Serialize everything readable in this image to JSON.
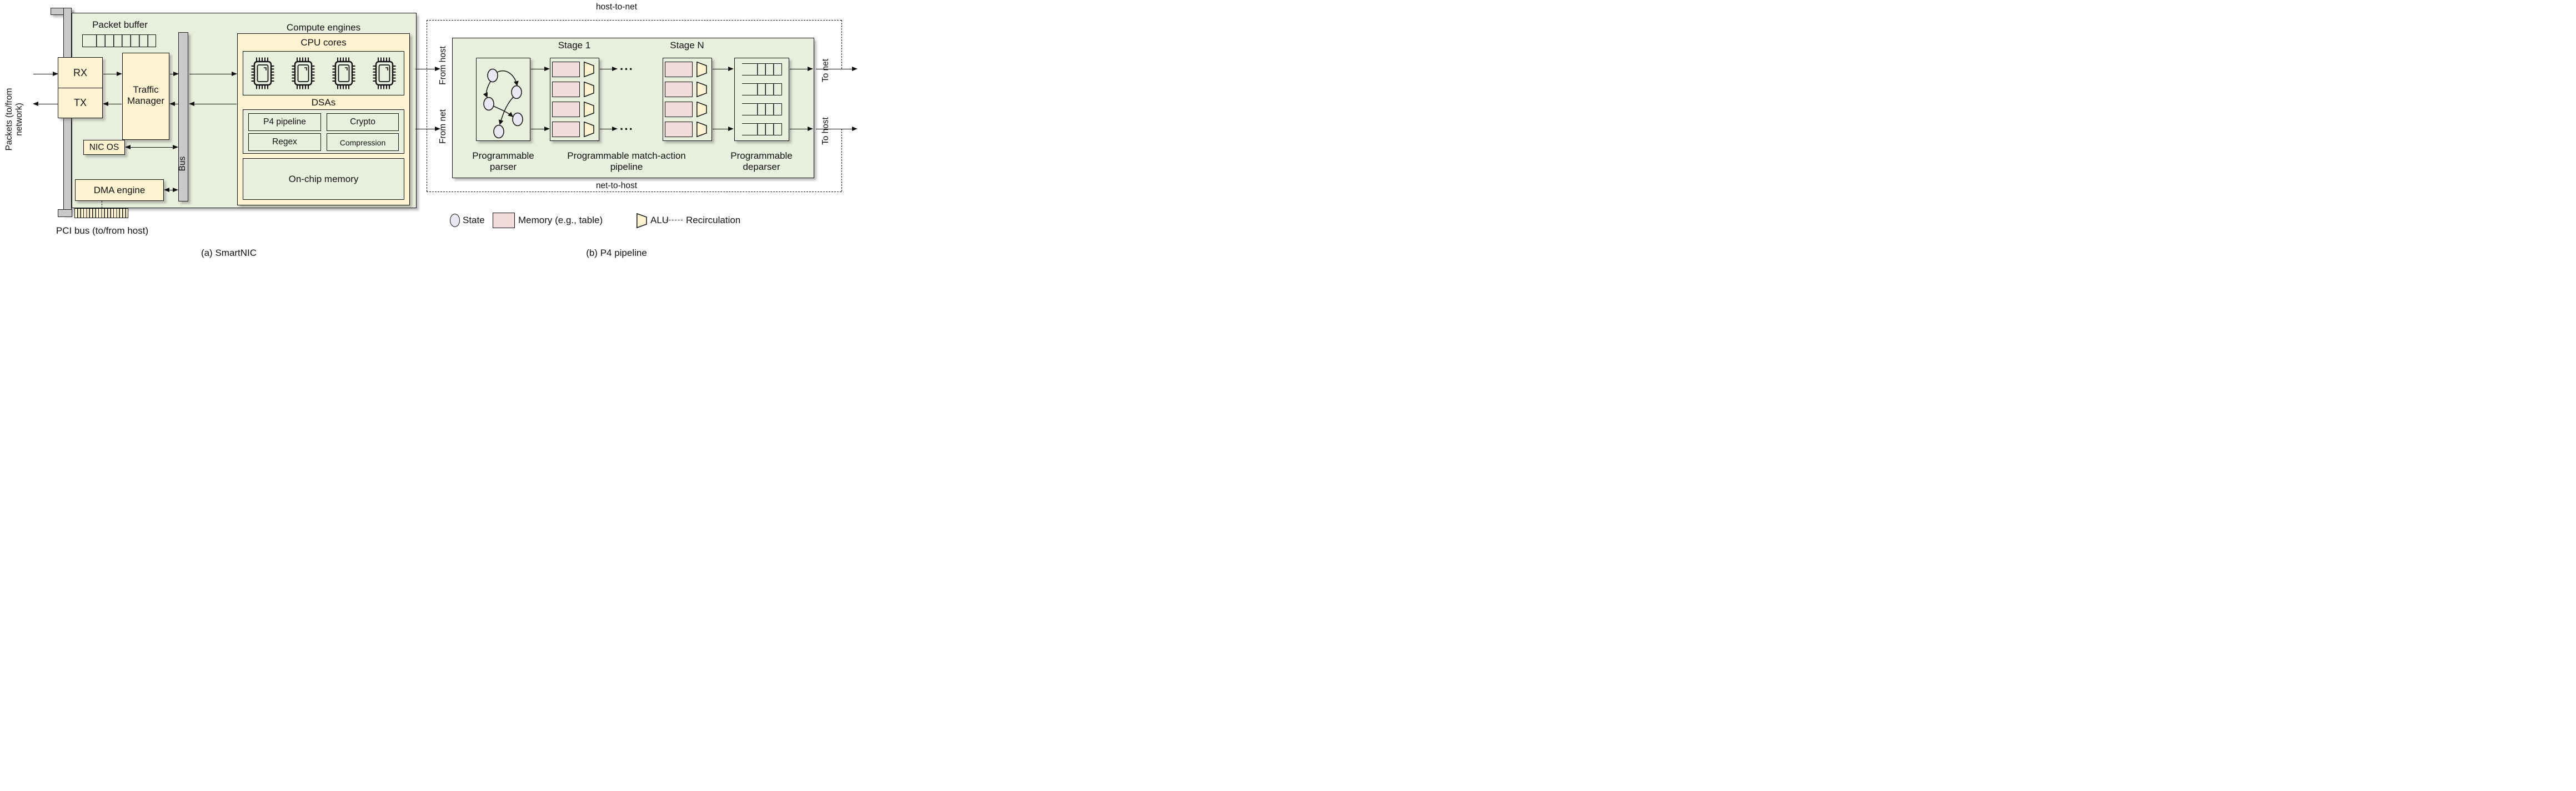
{
  "figure": {
    "panel_a": {
      "caption": "(a) SmartNIC",
      "packets_label_line1": "Packets (to/from",
      "packets_label_line2": "network)",
      "packet_buffer_label": "Packet buffer",
      "rx": "RX",
      "tx": "TX",
      "traffic_manager_line1": "Traffic",
      "traffic_manager_line2": "Manager",
      "nic_os": "NIC OS",
      "dma_engine": "DMA engine",
      "bus": "Bus",
      "pci_label": "PCI bus (to/from host)",
      "compute_engines_title": "Compute engines",
      "cpu_cores_title": "CPU cores",
      "dsas_title": "DSAs",
      "dsa_cells": [
        "P4 pipeline",
        "Crypto",
        "Regex",
        "Compression"
      ],
      "on_chip_memory": "On-chip memory"
    },
    "panel_b": {
      "caption": "(b) P4 pipeline",
      "host_to_net": "host-to-net",
      "net_to_host": "net-to-host",
      "from_host": "From host",
      "from_net": "From net",
      "to_net": "To net",
      "to_host": "To host",
      "stage1": "Stage 1",
      "stageN": "Stage N",
      "dots": "···",
      "parser_label_line1": "Programmable",
      "parser_label_line2": "parser",
      "map_label_line1": "Programmable match-action",
      "map_label_line2": "pipeline",
      "deparser_label_line1": "Programmable",
      "deparser_label_line2": "deparser",
      "legend": {
        "state": "State",
        "memory": "Memory (e.g., table)",
        "alu": "ALU",
        "recirculation": "Recirculation"
      }
    },
    "colors": {
      "panel_fill": "#e9efdd",
      "block_fill": "#fdf3d1",
      "memory_fill": "#f1dcdc",
      "state_fill": "#eae9f3",
      "bus_fill": "#c9c9c9"
    }
  }
}
